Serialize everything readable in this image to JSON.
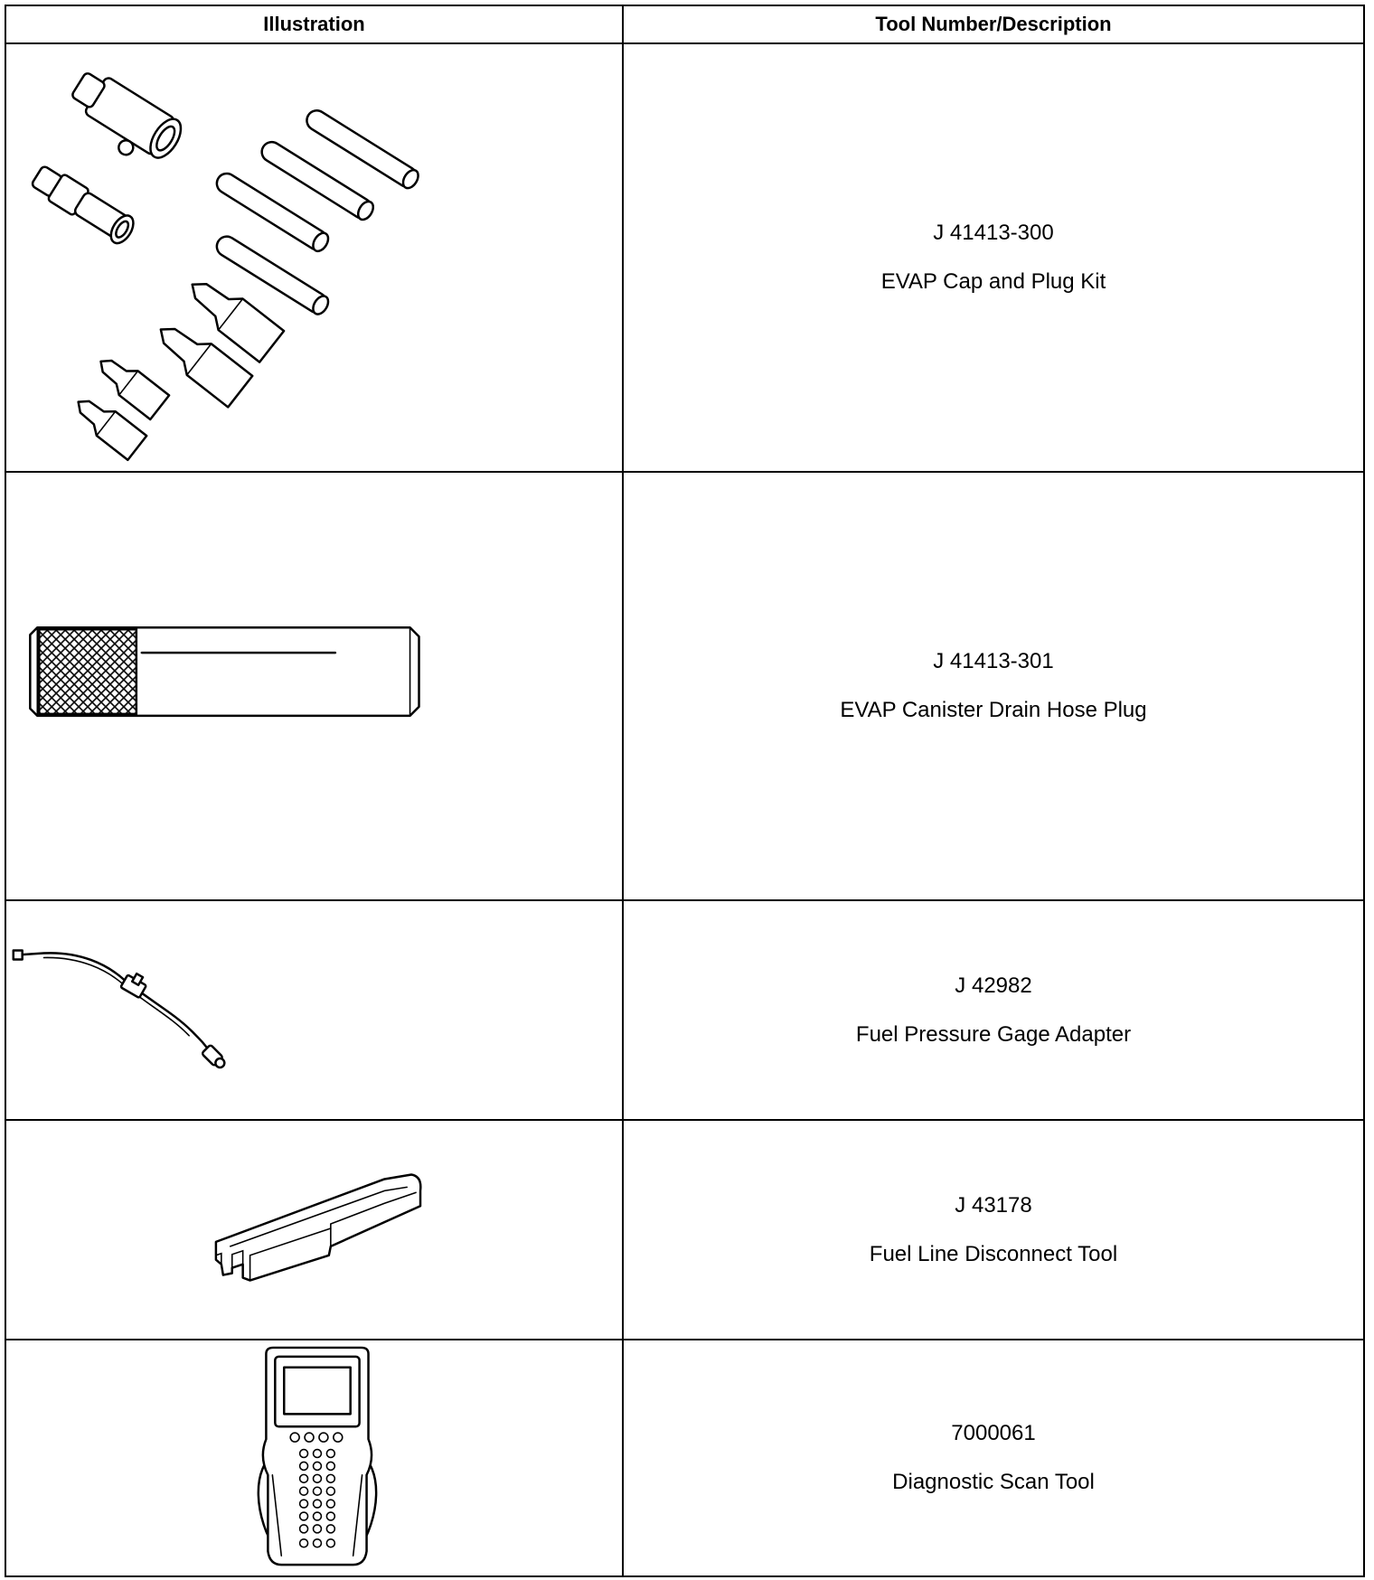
{
  "table": {
    "headers": {
      "illustration": "Illustration",
      "description": "Tool Number/Description"
    },
    "rows": [
      {
        "tool_number": "J 41413-300",
        "description": "EVAP Cap and Plug Kit",
        "illustration_icon": "evap-cap-plug-kit-icon"
      },
      {
        "tool_number": "J 41413-301",
        "description": "EVAP Canister Drain Hose Plug",
        "illustration_icon": "drain-hose-plug-icon"
      },
      {
        "tool_number": "J 42982",
        "description": "Fuel Pressure Gage Adapter",
        "illustration_icon": "fuel-pressure-gage-adapter-icon"
      },
      {
        "tool_number": "J 43178",
        "description": "Fuel Line Disconnect Tool",
        "illustration_icon": "fuel-line-disconnect-tool-icon"
      },
      {
        "tool_number": "7000061",
        "description": "Diagnostic Scan Tool",
        "illustration_icon": "diagnostic-scan-tool-icon"
      }
    ]
  }
}
